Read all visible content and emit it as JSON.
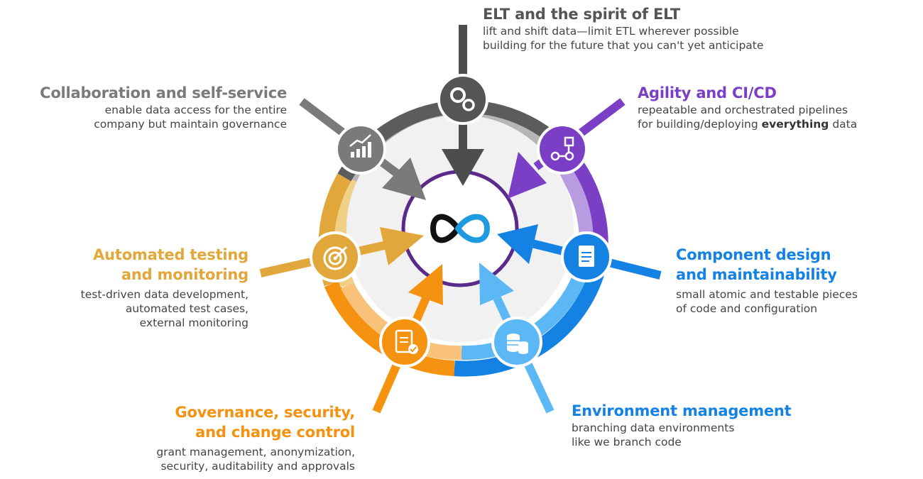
{
  "colors": {
    "gray_dark": "#5c5c5c",
    "gray_mid": "#808080",
    "gray_light": "#b6b6b6",
    "purple": "#7b3fc5",
    "purple_light": "#b99be0",
    "blue": "#1482e2",
    "blue_light": "#5cb8f5",
    "light_blue_band": "#bfe2fa",
    "orange": "#f5920f",
    "orange_light": "#f9c27a",
    "gold": "#e2a73a",
    "gold_light": "#f0cf86",
    "center_fill": "#f1f1f1"
  },
  "sections": {
    "elt": {
      "title": "ELT and the spirit of ELT",
      "desc": [
        "lift and shift data—limit ETL wherever possible",
        "building for the future that you can't yet anticipate"
      ],
      "icon": "gears-icon"
    },
    "collab": {
      "title": "Collaboration and self-service",
      "desc": [
        "enable data access for the entire",
        "company but maintain governance"
      ],
      "icon": "growth-chart-icon"
    },
    "agility": {
      "title": "Agility and CI/CD",
      "desc_prefix": [
        "repeatable and orchestrated pipelines",
        "for building/deploying "
      ],
      "desc_bold": "everything",
      "desc_suffix": " data",
      "icon": "pipeline-flow-icon"
    },
    "testing": {
      "title": [
        "Automated testing",
        "and monitoring"
      ],
      "desc": [
        "test-driven data development,",
        "automated test cases,",
        "external monitoring"
      ],
      "icon": "target-icon"
    },
    "component": {
      "title": [
        "Component design",
        "and maintainability"
      ],
      "desc": [
        "small atomic and testable pieces",
        "of code and configuration"
      ],
      "icon": "document-icon"
    },
    "governance": {
      "title": [
        "Governance, security,",
        "and change control"
      ],
      "desc": [
        "grant management, anonymization,",
        "security, auditability and approvals"
      ],
      "icon": "clipboard-check-icon"
    },
    "environment": {
      "title": "Environment management",
      "desc": [
        "branching data environments",
        "like we branch code"
      ],
      "icon": "database-icon"
    }
  },
  "center": {
    "icon": "infinity-logo-icon"
  }
}
